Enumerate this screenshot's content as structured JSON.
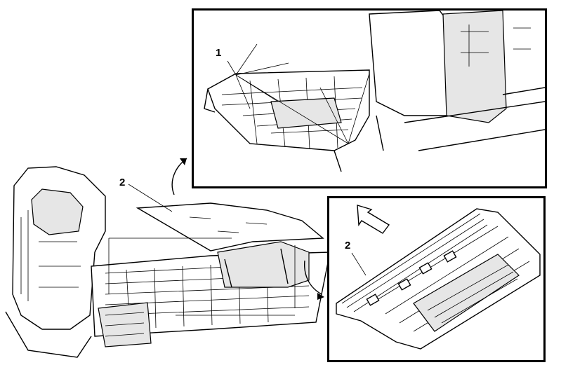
{
  "callouts": {
    "one": "1",
    "two_main": "2",
    "two_detail": "2"
  },
  "icons": [
    "curved-arrow-icon",
    "direction-arrow-icon"
  ]
}
